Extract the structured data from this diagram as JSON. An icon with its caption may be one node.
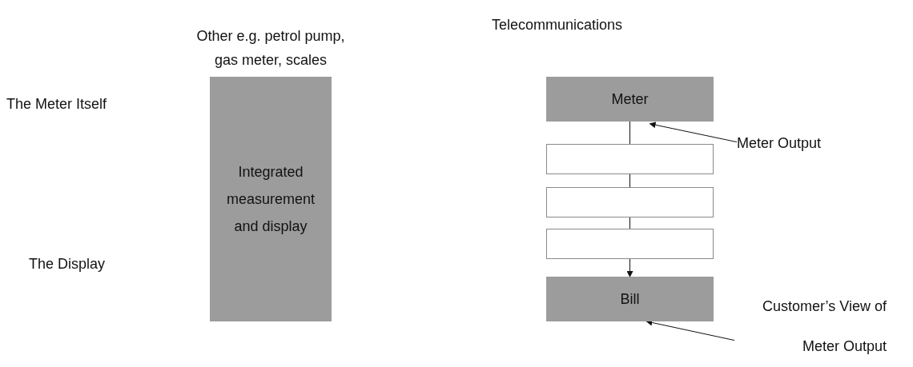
{
  "diagram": {
    "nodes": [
      {
        "text": [
          "Integrated measurement and display"
        ]
      },
      {
        "text": [
          "Meter"
        ]
      },
      {
        "text": [],
        "shape": "box"
      },
      {
        "text": [],
        "shape": "box"
      },
      {
        "text": [],
        "shape": "box"
      },
      {
        "text": [
          "Bill"
        ]
      },
      {
        "text": [
          "Meter Output"
        ]
      },
      {
        "text": [
          "Customer’s View of Meter Output"
        ]
      }
    ],
    "edges": [
      {
        "from": 1,
        "to": 2,
        "arrow": "none"
      },
      {
        "from": 2,
        "to": 3,
        "arrow": "none"
      },
      {
        "from": 3,
        "to": 4,
        "arrow": "none"
      },
      {
        "from": 4,
        "to": 5,
        "arrow": "to"
      },
      {
        "from": 6,
        "to": 1,
        "arrow": "to"
      },
      {
        "from": 7,
        "to": 5,
        "arrow": "to"
      }
    ],
    "labels": [
      "Other e.g. petrol pump, gas meter, scales",
      "Telecommunications",
      "The Meter Itself",
      "The Display"
    ]
  }
}
